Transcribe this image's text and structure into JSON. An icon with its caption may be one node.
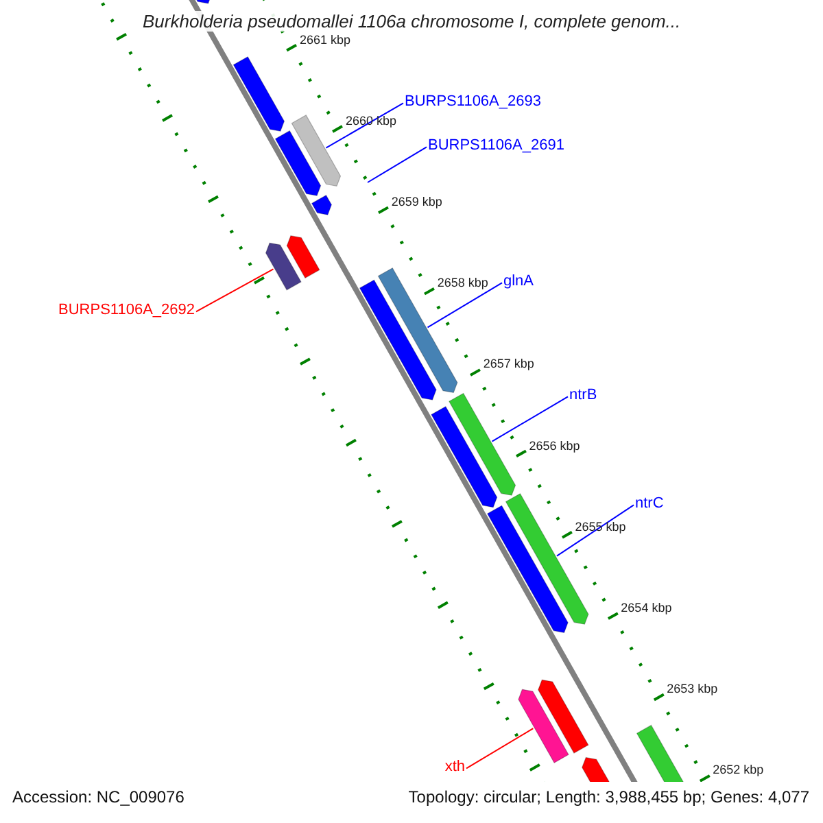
{
  "diagram": {
    "title": "Burkholderia pseudomallei 1106a chromosome I, complete genom...",
    "nodes": [
      {
        "text": [
          "BURPS1106A_2693"
        ]
      },
      {
        "text": [],
        "shape": "bar"
      },
      {
        "text": [
          "BURPS1106A_2691"
        ]
      },
      {
        "text": [
          "BURPS1106A_2692"
        ]
      },
      {
        "text": [],
        "shape": "bar"
      },
      {
        "text": [
          "glnA"
        ]
      },
      {
        "text": [],
        "shape": "bar"
      },
      {
        "text": [
          "ntrB"
        ]
      },
      {
        "text": [],
        "shape": "bar"
      },
      {
        "text": [
          "ntrC"
        ]
      },
      {
        "text": [],
        "shape": "bar"
      },
      {
        "text": [
          "xth"
        ]
      },
      {
        "text": [],
        "shape": "bar"
      },
      {
        "text": [],
        "shape": "bar"
      },
      {
        "text": [],
        "shape": "bar"
      },
      {
        "text": [],
        "shape": "bar"
      },
      {
        "text": [],
        "shape": "bar"
      },
      {
        "text": [],
        "shape": "bar"
      },
      {
        "text": [],
        "shape": "bar"
      },
      {
        "text": [],
        "shape": "bar"
      },
      {
        "text": [],
        "shape": "bar"
      },
      {
        "text": [],
        "shape": "bar"
      },
      {
        "text": [],
        "shape": "bar"
      },
      {
        "text": [],
        "shape": "bar"
      }
    ],
    "edges": [
      {
        "from": 0,
        "to": 1,
        "arrow": "none"
      },
      {
        "from": 2,
        "to": null,
        "arrow": "none"
      },
      {
        "from": 3,
        "to": 4,
        "arrow": "none",
        "color": "#ff0000"
      },
      {
        "from": 5,
        "to": 6,
        "arrow": "none"
      },
      {
        "from": 7,
        "to": 8,
        "arrow": "none"
      },
      {
        "from": 9,
        "to": 10,
        "arrow": "none"
      },
      {
        "from": 11,
        "to": 12,
        "arrow": "none",
        "color": "#ff0000"
      }
    ],
    "labels": [
      "2661 kbp",
      "2660 kbp",
      "2659 kbp",
      "2658 kbp",
      "2657 kbp",
      "2656 kbp",
      "2655 kbp",
      "2654 kbp",
      "2653 kbp",
      "2652 kbp",
      "Accession: NC_009076",
      "Topology: circular; Length: 3,988,455 bp; Genes: 4,077"
    ]
  }
}
